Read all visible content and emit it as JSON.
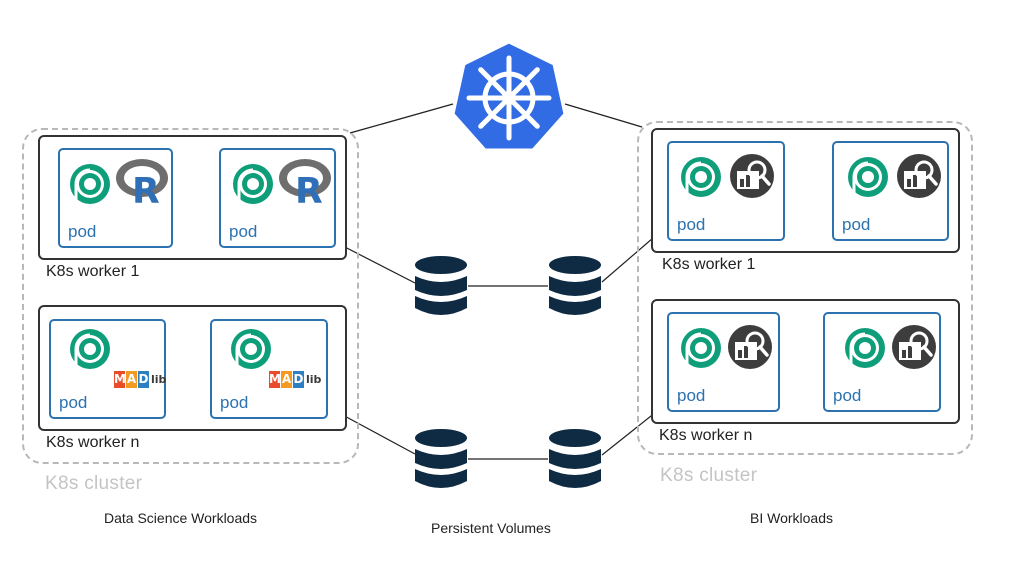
{
  "diagram": {
    "clusters": [
      {
        "label": "K8s cluster",
        "caption": "Data Science Workloads",
        "workers": [
          {
            "label": "K8s worker 1",
            "pods": [
              {
                "label": "pod",
                "badge": "r-logo-icon"
              },
              {
                "label": "pod",
                "badge": "r-logo-icon"
              }
            ]
          },
          {
            "label": "K8s worker n",
            "pods": [
              {
                "label": "pod",
                "badge": "madlib-logo-icon",
                "badge_text": [
                  "M",
                  "A",
                  "D",
                  "lib"
                ]
              },
              {
                "label": "pod",
                "badge": "madlib-logo-icon",
                "badge_text": [
                  "M",
                  "A",
                  "D",
                  "lib"
                ]
              }
            ]
          }
        ]
      },
      {
        "label": "K8s cluster",
        "caption": "BI Workloads",
        "workers": [
          {
            "label": "K8s worker 1",
            "pods": [
              {
                "label": "pod",
                "badge": "bi-analytics-icon"
              },
              {
                "label": "pod",
                "badge": "bi-analytics-icon"
              }
            ]
          },
          {
            "label": "K8s worker n",
            "pods": [
              {
                "label": "pod",
                "badge": "bi-analytics-icon"
              },
              {
                "label": "pod",
                "badge": "bi-analytics-icon"
              }
            ]
          }
        ]
      }
    ],
    "volumes_caption": "Persistent Volumes",
    "icons": {
      "orchestrator": "kubernetes-helm-icon",
      "pod_main": "greenplum-logo-icon",
      "volume": "database-cylinder-icon"
    },
    "colors": {
      "kubernetes_blue": "#326ce5",
      "pod_border": "#2c72b0",
      "pod_text": "#2c72b0",
      "greenplum_green": "#0f9e7a",
      "volume": "#0e2b43",
      "worker_border": "#333333",
      "cluster_border": "#b8b8b8",
      "mad_m": "#e84c2b",
      "mad_a": "#f29a21",
      "mad_d": "#2d7fc1"
    }
  }
}
